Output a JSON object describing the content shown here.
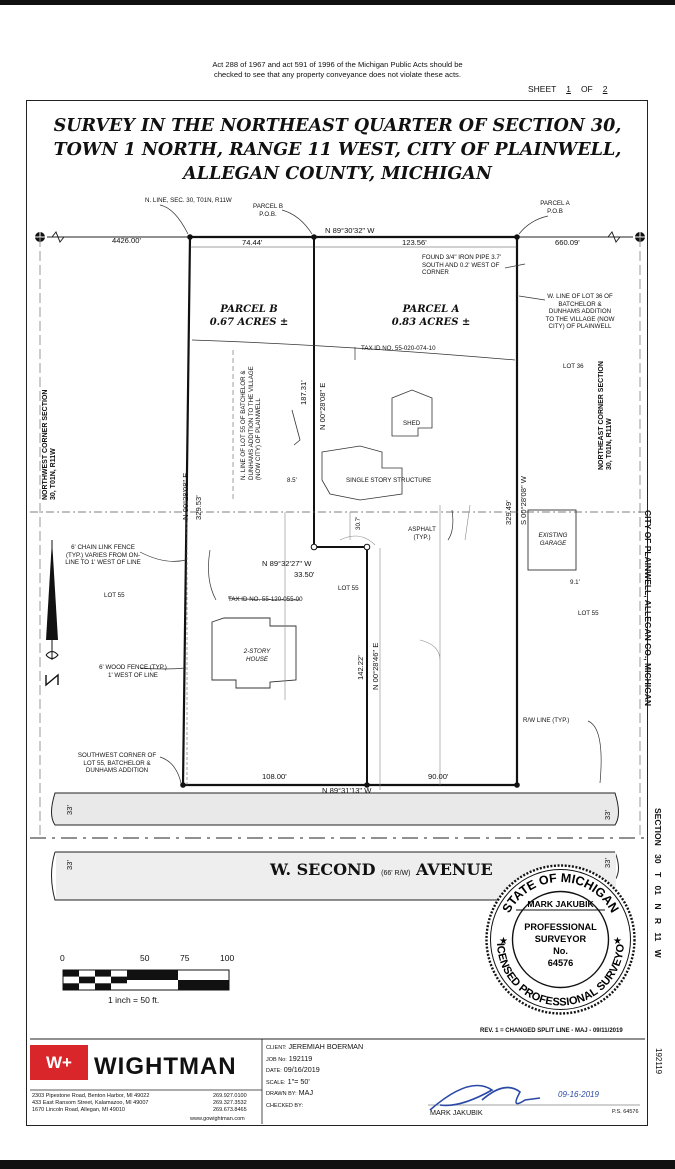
{
  "act_notice": "Act 288 of 1967 and act 591 of 1996 of the Michigan Public Acts should be checked to see that any property conveyance does not violate these acts.",
  "sheet": {
    "label": "SHEET",
    "number": "1",
    "of_label": "OF",
    "total": "2"
  },
  "title": {
    "line1": "SURVEY IN THE NORTHEAST QUARTER OF SECTION 30,",
    "line2": "TOWN 1 NORTH, RANGE 11 WEST, CITY OF PLAINWELL,",
    "line3": "ALLEGAN COUNTY, MICHIGAN"
  },
  "parcels": {
    "a_name": "PARCEL A",
    "a_area": "0.83 ACRES ±",
    "b_name": "PARCEL B",
    "b_area": "0.67 ACRES ±"
  },
  "labels": {
    "n_line": "N. LINE, SEC. 30, T01N, R11W",
    "parcel_b_pob": "PARCEL B P.O.B.",
    "parcel_a_pob": "PARCEL A P.O.B",
    "dist_4426": "4426.00'",
    "dist_7444": "74.44'",
    "bearing_top": "N 89°30'32\" W",
    "dist_12356": "123.56'",
    "dist_66009": "660.09'",
    "found_pipe": "FOUND 3/4\" IRON PIPE 3.7' SOUTH AND 0.2' WEST OF CORNER",
    "w_line_lot36": "W. LINE OF LOT 36 OF BATCHELOR & DUNHAMS ADDITION TO THE VILLAGE (NOW CITY) OF PLAINWELL",
    "tax_id_top": "TAX ID NO. 55-020-074-10",
    "lot36": "LOT 36",
    "shed": "SHED",
    "single_story": "SINGLE STORY STRUCTURE",
    "dist_85": "8.5'",
    "bearing_18731": "N 00°28'08\" E",
    "dist_18731": "187.31'",
    "w_line_lot55": "N. LINE OF LOT 55 OF BATCHELOR & DUNHAMS ADDITION TO THE VILLAGE (NOW CITY) OF PLAINWELL",
    "nw_corner": "NORTHWEST CORNER SECTION 30, T01N, R11W",
    "ne_corner": "NORTHEAST CORNER SECTION 30, T01N, R11W",
    "bearing_left": "N 00°28'08\" E",
    "dist_32953": "329.53'",
    "bearing_right": "S 00°28'08\" W",
    "dist_32949": "329.49'",
    "asphalt": "ASPHALT (TYP.)",
    "existing_garage": "EXISTING GARAGE",
    "dist_91": "9.1'",
    "dist_307": "30.7'",
    "chain_fence": "6' CHAIN LINK FENCE (TYP.) VARIES FROM ON-LINE TO 1' WEST OF LINE",
    "bearing_mid": "N 89°32'27\" W",
    "dist_3350": "33.50'",
    "lot55_left": "LOT 55",
    "lot55_mid": "LOT 55",
    "lot55_right": "LOT 55",
    "tax_id_mid": "TAX ID NO. 55-120-055-00",
    "house": "2-STORY HOUSE",
    "wood_fence": "6' WOOD FENCE (TYP.) 1' WEST OF LINE",
    "bearing_14222": "N 00°28'46\" E",
    "dist_14222": "142.22'",
    "row_line": "R/W LINE (TYP.)",
    "sw_corner": "SOUTHWEST CORNER OF LOT 55, BATCHELOR & DUNHAMS ADDITION",
    "dist_108": "108.00'",
    "dist_90": "90.00'",
    "bearing_bottom": "N 89°31'13\" W",
    "row_33_a": "33'",
    "row_33_b": "33'",
    "row_33_c": "33'",
    "row_33_d": "33'",
    "street_name_1": "W. SECOND",
    "street_row": "(66' R/W)",
    "street_name_2": "AVENUE",
    "right_margin": "CITY OF PLAINWELL, ALLEGAN CO., MICHIGAN",
    "right_section": "SECTION 30 T 01 N R 11 W"
  },
  "scale_bar": {
    "ticks": [
      "0",
      "50",
      "75",
      "100"
    ],
    "caption": "1 inch = 50 ft."
  },
  "seal": {
    "top_arc": "STATE OF MICHIGAN",
    "bottom_arc": "LICENSED PROFESSIONAL SURVEYOR",
    "name": "MARK JAKUBIK",
    "role1": "PROFESSIONAL",
    "role2": "SURVEYOR",
    "no_label": "No.",
    "number": "64576"
  },
  "title_block": {
    "revision": "REV. 1 = CHANGED SPLIT LINE - MAJ - 09/11/2019",
    "logo": "W+",
    "company": "WIGHTMAN",
    "address1": "2303 Pipestone Road, Benton Harbor, MI 49022",
    "address2": "433 East Ransom Street, Kalamazoo, MI 49007",
    "address3": "1670 Lincoln Road, Allegan, MI 49010",
    "phone1": "269.927.0100",
    "phone2": "269.327.3532",
    "phone3": "269.673.8465",
    "website": "www.gowightman.com",
    "client_label": "CLIENT:",
    "client": "JEREMIAH BOERMAN",
    "job_label": "JOB No:",
    "job": "192119",
    "date_label": "DATE:",
    "date": "09/16/2019",
    "scale_label": "SCALE:",
    "scale": "1\"= 50'",
    "drawn_label": "DRAWN BY:",
    "drawn": "MAJ",
    "checked_label": "CHECKED BY:",
    "signature_date": "09-16-2019",
    "signer": "MARK JAKUBIK",
    "ps": "P.S. 64576",
    "job_vertical": "192119"
  }
}
